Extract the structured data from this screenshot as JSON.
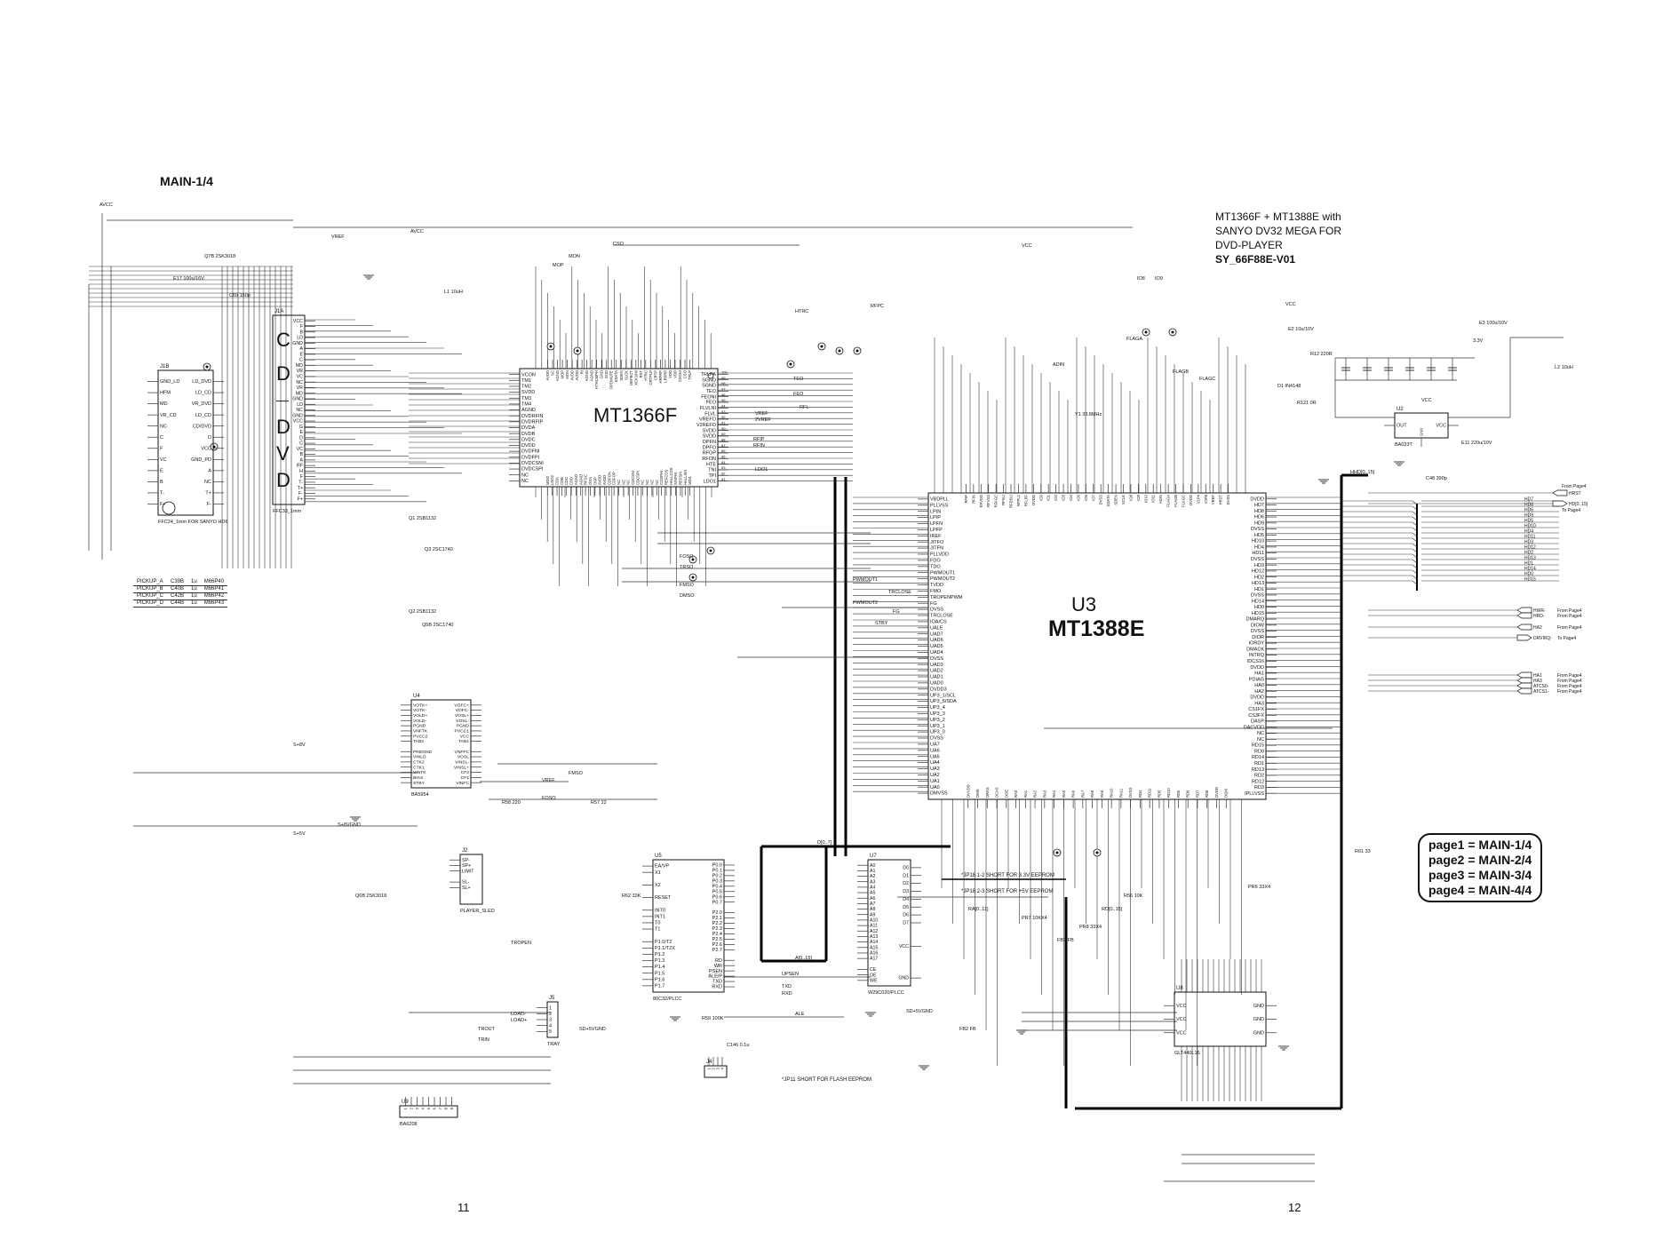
{
  "page_title": "MAIN-1/4",
  "title_block": [
    "MT1366F + MT1388E with",
    "SANYO DV32 MEGA FOR",
    "DVD-PLAYER",
    "SY_66F88E-V01"
  ],
  "legend": [
    "page1 = MAIN-1/4",
    "page2 = MAIN-2/4",
    "page3 = MAIN-3/4",
    "page4 = MAIN-4/4"
  ],
  "page_numbers": [
    "11",
    "12"
  ],
  "mt1366f_label": "MT1366F",
  "u3": {
    "ref": "U3",
    "part": "MT1388E"
  },
  "j1a_letters": [
    "C",
    "D",
    "D",
    "V",
    "D"
  ],
  "components": [
    {
      "id": "MT1366F",
      "ref": "",
      "part": "MT1366F",
      "left": [
        "VCON",
        "TM1",
        "TM2",
        "SVDD",
        "TM3",
        "TM4",
        "AGND",
        "DVDRFIN",
        "DVDRFIP",
        "DVDA",
        "DVDB",
        "DVDC",
        "DVDD",
        "DVDFNI",
        "DVDFPI",
        "DVDCSNI",
        "DVDCSPI",
        "NC",
        "NC"
      ],
      "right": [
        "TRLPA",
        "SGND",
        "SGND",
        "TEO",
        "FEONI",
        "FEO",
        "FLVLNI",
        "FLVL",
        "VREFO",
        "V2REFO",
        "SVDD",
        "SVDD",
        "DPFN",
        "DPFO",
        "RFOP",
        "RFON",
        "HTE",
        "TNI",
        "TPI",
        "LDO1"
      ],
      "right_nums": [
        "100",
        "99",
        "98",
        "97",
        "96",
        "95",
        "94",
        "93",
        "92",
        "91",
        "90",
        "89",
        "88",
        "87",
        "86",
        "85",
        "84",
        "83",
        "82",
        "81"
      ],
      "top": [
        "AVDD",
        "NC",
        "AGND",
        "MOP",
        "MON",
        "AVDD",
        "AVDD",
        "RI",
        "AGND",
        "AGND",
        "HTHCMPH",
        "GND",
        "GND",
        "DPDMUTE",
        "SDATA",
        "SDEN",
        "SLCK",
        "DEFECT",
        "XCK16M",
        "RST",
        "HTRC",
        "CRTPLP",
        "CRTP",
        "HRFRP",
        "LRFRP",
        "VDD",
        "VDD",
        "CSONI",
        "CSO",
        "TRLP"
      ],
      "bottom": [
        "MDI2",
        "LDO2",
        "CDA",
        "CDB",
        "CDC",
        "CDD",
        "AGND",
        "AGND",
        "RFGC",
        "OSN",
        "OSP",
        "AVDD",
        "AVDD",
        "CDFON",
        "CDFOP",
        "NC",
        "NC",
        "NC",
        "CDCSNI",
        "CDCSPI",
        "NC",
        "NC",
        "NC",
        "NC",
        "COSPHI",
        "REFCOS",
        "HALLCOS",
        "SINPHI",
        "REFSIN",
        "HALLSIN",
        "MDI1"
      ]
    },
    {
      "id": "U3",
      "ref": "",
      "part": "",
      "left": [
        "VBDPLL",
        "PLLVSS",
        "LPIN",
        "LPIP",
        "LPFN",
        "LPFP",
        "IREF",
        "JITFO",
        "JITFN",
        "PLLVDD",
        "FDO",
        "TDO",
        "PWMOUT1",
        "PWMOUT2",
        "TVDD",
        "FMO",
        "TROPENPWM",
        "FG",
        "DVSS",
        "TRCLOSE",
        "IOA/CS",
        "UALE",
        "UAD7",
        "UAD6",
        "UAD5",
        "UAD4",
        "DVSS",
        "UAD3",
        "UAD2",
        "UAD1",
        "UAD0",
        "DVDD3",
        "UP3_1/SCL",
        "UP3_5/SDA",
        "UP3_4",
        "UP3_3",
        "UP3_2",
        "UP3_1",
        "UP3_0",
        "DVSS",
        "UA7",
        "UA6",
        "UA5",
        "UA4",
        "UA3",
        "UA2",
        "UA1",
        "UA0",
        "DMVSS"
      ],
      "right": [
        "DVDD",
        "HD7",
        "HD8",
        "HD6",
        "HD9",
        "DVSS",
        "HD5",
        "HD10",
        "HD4",
        "HD11",
        "DVSS",
        "HD3",
        "HD12",
        "HD2",
        "HD13",
        "HD1",
        "DVSS",
        "HD14",
        "HD0",
        "HD15",
        "DMARQ",
        "DIOW",
        "DVSS",
        "DIOR",
        "IORDY",
        "DMACK",
        "INTRQ",
        "IDCS16",
        "DVDD",
        "HA1",
        "PDIAG",
        "HA0",
        "HA2",
        "DVDD",
        "HA3",
        "CS1FX",
        "CS3FX",
        "DASP",
        "DACVDD",
        "NC",
        "NC",
        "RD15",
        "RD0",
        "RD14",
        "RD1",
        "RD13",
        "RD2",
        "RD12",
        "RD3",
        "IPLLVSS"
      ],
      "top": [
        "RFIP",
        "RFIN",
        "RFVDD",
        "RFVSS",
        "RFAGC",
        "RFSLI",
        "RFDSLI",
        "RFPLL",
        "RFLPF",
        "DVDD",
        "IO0",
        "IO1",
        "IO2",
        "IO3",
        "IO4",
        "IO5",
        "IO6",
        "IO7",
        "DVSS",
        "SDATA",
        "SDEN",
        "SCLK",
        "IO8",
        "IO9",
        "IO10",
        "IO11",
        "ADIN",
        "FLAGA",
        "FLAGB",
        "FLAGC",
        "DVDD",
        "V1P4",
        "V2P8",
        "VREF",
        "HRST",
        "DVSS"
      ],
      "bottom": [
        "DVVDD",
        "DWE",
        "DRAS",
        "DCAS",
        "DOE",
        "RA0",
        "RA1",
        "RA2",
        "RA3",
        "RA4",
        "RA5",
        "RA6",
        "RA7",
        "RA8",
        "RA9",
        "RA10",
        "RA11",
        "DVSS",
        "RD4",
        "RD11",
        "RD5",
        "RD10",
        "RD6",
        "RD9",
        "RD7",
        "RD8",
        "DVDD",
        "DQM"
      ]
    },
    {
      "id": "J1A",
      "ref": "J1A",
      "part": "FFC33_1mm",
      "right": [
        "VCC",
        "F",
        "B",
        "LD",
        "GND",
        "A",
        "E",
        "C",
        "MD",
        "VR",
        "VC",
        "NC",
        "VR",
        "MD",
        "GND",
        "LD",
        "NC",
        "GND",
        "VCC",
        "G",
        "E",
        "D",
        "C",
        "VC",
        "B",
        "A",
        "RF",
        "H",
        "F",
        "T-",
        "T+",
        "F-",
        "F+"
      ]
    },
    {
      "id": "J1B",
      "ref": "J1B",
      "part": "FFC24_1mm FOR SANYO HD6",
      "left": [
        "GND_LD",
        "HFM",
        "MD",
        "VR_CD",
        "NC",
        "C",
        "F",
        "VC",
        "E",
        "B",
        "T-",
        "F+"
      ],
      "right": [
        "LD_DVD",
        "LD_CD",
        "VR_DVD",
        "LD_CD",
        "CD/DVD",
        "D",
        "VCC",
        "GND_PD",
        "A",
        "NC",
        "T+",
        "F-"
      ]
    },
    {
      "id": "U4",
      "ref": "U4",
      "part": "BA5954",
      "left": [
        "VOTK+",
        "VOTK-",
        "VOLD+",
        "VOLD-",
        "PGND",
        "VNFTK",
        "PVCC2",
        "TAB2",
        "",
        "PREGND",
        "VINLD",
        "CTK2",
        "CTK1",
        "VINTK",
        "BIAS",
        "STBY"
      ],
      "right": [
        "VOFC+",
        "VOFC-",
        "VOSL+",
        "VOSL-",
        "PGND",
        "PVCC1",
        "VCC",
        "TAB1",
        "",
        "VNFFC",
        "VOSL",
        "VINSL-",
        "VINSL+",
        "CF2",
        "CF1",
        "VINFC"
      ]
    },
    {
      "id": "U5",
      "ref": "U5",
      "part": "80C32/PLCC",
      "left": [
        "EA/VP",
        "X1",
        "",
        "X2",
        "",
        "RESET",
        "",
        "INT0",
        "INT1",
        "T0",
        "T1",
        "",
        "P1.0/T2",
        "P1.1/T2X",
        "P1.2",
        "P1.3",
        "P1.4",
        "P1.5",
        "P1.6",
        "P1.7"
      ],
      "right": [
        "P0.0",
        "P0.1",
        "P0.2",
        "P0.3",
        "P0.4",
        "P0.5",
        "P0.6",
        "P0.7",
        "",
        "P2.0",
        "P2.1",
        "P2.2",
        "P2.3",
        "P2.4",
        "P2.5",
        "P2.6",
        "P2.7",
        "",
        "RD",
        "WR",
        "PSEN",
        "ALE/P",
        "TXD",
        "RXD"
      ]
    },
    {
      "id": "U7",
      "ref": "U7",
      "part": "W29C020/PLCC",
      "left": [
        "A0",
        "A1",
        "A2",
        "A3",
        "A4",
        "A5",
        "A6",
        "A7",
        "A8",
        "A9",
        "A10",
        "A11",
        "A12",
        "A13",
        "A14",
        "A15",
        "A16",
        "A17",
        "",
        "CE",
        "OE",
        "WE"
      ],
      "right": [
        "D0",
        "D1",
        "D2",
        "D3",
        "D4",
        "D5",
        "D6",
        "D7",
        "",
        "",
        "VCC",
        "",
        "",
        "",
        "GND"
      ]
    },
    {
      "id": "U8",
      "ref": "U8",
      "part": "GLT440L16",
      "left": [
        "VCC",
        "VCC",
        "VCC"
      ],
      "right": [
        "GND",
        "GND",
        "GND"
      ]
    },
    {
      "id": "U2",
      "ref": "U2",
      "part": "BA033T",
      "left": [
        "OUT"
      ],
      "right": [
        "VCC"
      ],
      "bottom": [
        "GND"
      ]
    },
    {
      "id": "U9",
      "ref": "U9",
      "part": "BA6208",
      "top": [
        "1",
        "2",
        "3",
        "4",
        "5",
        "6",
        "7",
        "8",
        "9"
      ]
    },
    {
      "id": "J2",
      "ref": "J2",
      "part": "PLAYER_SLED",
      "left": [
        "SP-",
        "SP+",
        "LIMIT",
        "",
        "SL-",
        "SL+",
        "",
        ""
      ]
    },
    {
      "id": "J5",
      "ref": "J5",
      "part": "TRAY",
      "left": [
        "1",
        "2",
        "3",
        "4",
        "5"
      ]
    },
    {
      "id": "J4",
      "ref": "J4",
      "part": "",
      "top": [
        "1",
        "2",
        "3",
        "4"
      ]
    }
  ],
  "pickup_table": [
    [
      "PICKUP_A",
      "C39B",
      "1u",
      "M66P40"
    ],
    [
      "PICKUP_B",
      "C40B",
      "1u",
      "M66P41"
    ],
    [
      "PICKUP_C",
      "C42B",
      "1u",
      "M66P42"
    ],
    [
      "PICKUP_D",
      "C44B",
      "1u",
      "M66P43"
    ]
  ],
  "offpage": [
    {
      "net": "HRST",
      "dir": "in",
      "note": "From Page4"
    },
    {
      "net": "HD[0..15]",
      "dir": "out",
      "note": "To Page4"
    },
    {
      "net": "HWR-",
      "dir": "in",
      "note": "From Page4"
    },
    {
      "net": "HRD-",
      "dir": "in",
      "note": "From Page4"
    },
    {
      "net": "HA2",
      "dir": "in",
      "note": "From Page4"
    },
    {
      "net": "DRVIRQ-",
      "dir": "out",
      "note": "To Page4"
    },
    {
      "net": "HA1",
      "dir": "in",
      "note": "From Page4"
    },
    {
      "net": "HA3",
      "dir": "in",
      "note": "From Page4"
    },
    {
      "net": "ATCS0-",
      "dir": "in",
      "note": "From Page4"
    },
    {
      "net": "ATCS1-",
      "dir": "in",
      "note": "From Page4"
    }
  ],
  "hd_bus_labels": [
    "HD7",
    "HD8",
    "HD6",
    "HD9",
    "HD5",
    "HD10",
    "HD4",
    "HD11",
    "HD3",
    "HD12",
    "HD2",
    "HD13",
    "HD1",
    "HD14",
    "HD0",
    "HD15"
  ],
  "net_labels": [
    "AVCC",
    "VREF",
    "AVCC",
    "VCC",
    "VCC",
    "3.3V",
    "VCC",
    "TEO",
    "FEO",
    "RFL",
    "VREF",
    "2VREF",
    "RFIP",
    "RFIN",
    "LDO1",
    "PWMOUT1",
    "PWMOUT2",
    "FOSO",
    "TRSO",
    "FMSO",
    "DMSO",
    "STBY",
    "HHD[0..15]",
    "A[0..15]",
    "D[0..7]",
    "RA[0..11]",
    "RD[0..15]",
    "UPSEN",
    "ALE",
    "TXD",
    "RXD",
    "S+8V",
    "S+8VGND",
    "S+5V",
    "SD+5VGND",
    "SD+5VGND",
    "TROPEN",
    "FG",
    "TRCLOSE",
    "LOAD-",
    "LOAD+",
    "TROUT",
    "TRIN",
    "FMSO",
    "VREF",
    "FOSO",
    "CSO",
    "MON",
    "MOP",
    "RFPC",
    "HTRC",
    "IO8",
    "IO9",
    "FLAGA",
    "FLAGB",
    "FLAGC",
    "ADIN",
    "E2 10u/10V",
    "E3 100u/10V",
    "E11 220u/10V",
    "C48 390p",
    "R12 220R",
    "D1 IN4148",
    "R121 0R",
    "Y1 33.8MHz",
    "R61 33",
    "R62 33K",
    "R59 100K",
    "C146 0.1u",
    "FB1 FB",
    "FB2 FB",
    "L1 10uH",
    "L2 10uH",
    "Q1 2SB1132",
    "Q2 2SB1132",
    "Q3 2SC1740",
    "Q5B 2SC1740",
    "Q6B 2SK3018",
    "Q7B 2SK3018",
    "E17 100u/16V",
    "C69 150p",
    "R58 220",
    "R57 22",
    "R56 10K",
    "PR8 33X4",
    "PR6 33X4",
    "PR7 10KX4"
  ],
  "notes": [
    "*JP18.1-2 SHORT FOR 3.3V EEPROM",
    "*JP18.2-3 SHORT FOR +5V EEPROM",
    "*JP11 SHORT FOR FLASH EEPROM"
  ]
}
